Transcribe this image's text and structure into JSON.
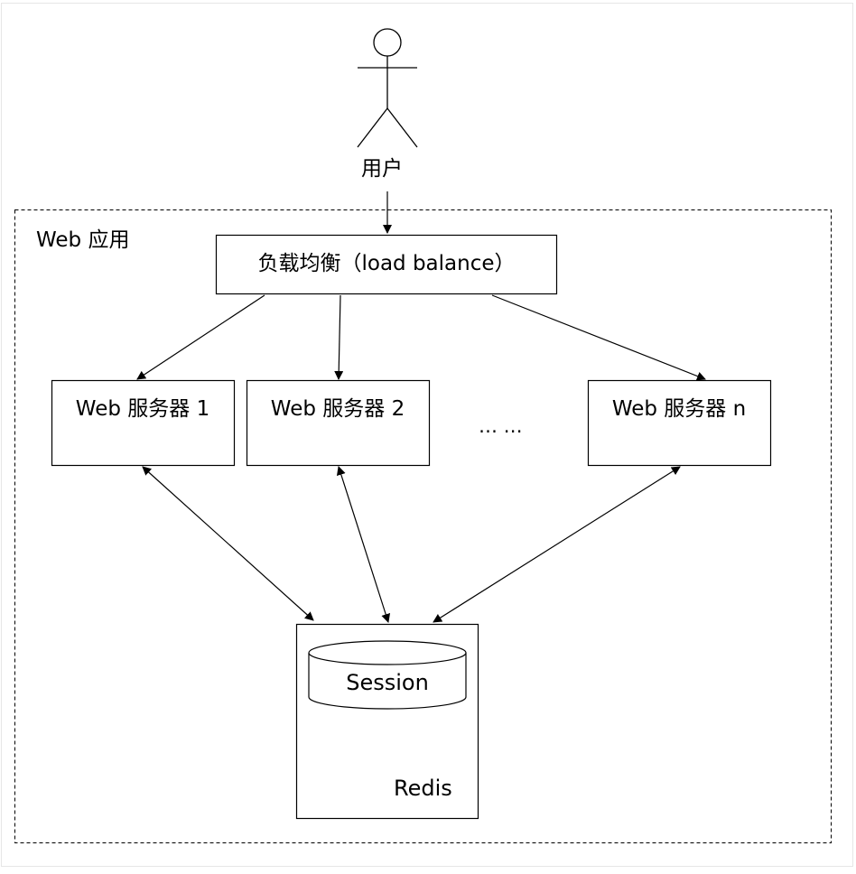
{
  "actor": {
    "label": "用户"
  },
  "group": {
    "label": "Web 应用"
  },
  "load_balancer": {
    "label": "负载均衡（load balance）"
  },
  "servers": [
    {
      "label": "Web 服务器 1"
    },
    {
      "label": "Web 服务器 2"
    },
    {
      "label": "Web 服务器 n"
    }
  ],
  "ellipsis": "… …",
  "session_store": {
    "label": "Session"
  },
  "redis": {
    "label": "Redis"
  }
}
